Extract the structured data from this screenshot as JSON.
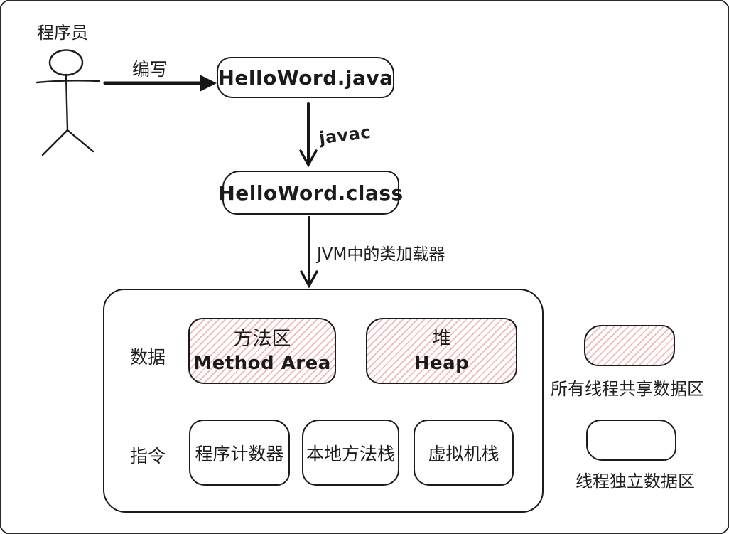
{
  "diagram": {
    "title_hint": "JVM class loading diagram",
    "actor": {
      "label": "程序员"
    },
    "nodes": {
      "java_file": "HelloWord.java",
      "class_file": "HelloWord.class"
    },
    "arrows": {
      "write": {
        "label": "编写",
        "direction": "right"
      },
      "javac": {
        "label": "javac",
        "direction": "down"
      },
      "classloader": {
        "label": "JVM中的类加载器",
        "direction": "down"
      }
    },
    "jvm_runtime": {
      "data_row_label": "数据",
      "instruction_row_label": "指令",
      "shared_areas": [
        {
          "line1": "方法区",
          "line2": "Method Area"
        },
        {
          "line1": "堆",
          "line2": "Heap"
        }
      ],
      "instruction_areas": [
        {
          "label": "程序计数器"
        },
        {
          "label": "本地方法栈"
        },
        {
          "label": "虚拟机栈"
        }
      ]
    },
    "legend": [
      {
        "swatch": "shared-hatched",
        "label": "所有线程共享数据区"
      },
      {
        "swatch": "thread-independent",
        "label": "线程独立数据区"
      }
    ],
    "colors": {
      "stroke": "#1b1b1b",
      "hatch_stripe": "#f2b6b6",
      "hatch_background": "#ffffff",
      "canvas_background": "#ffffff"
    }
  }
}
